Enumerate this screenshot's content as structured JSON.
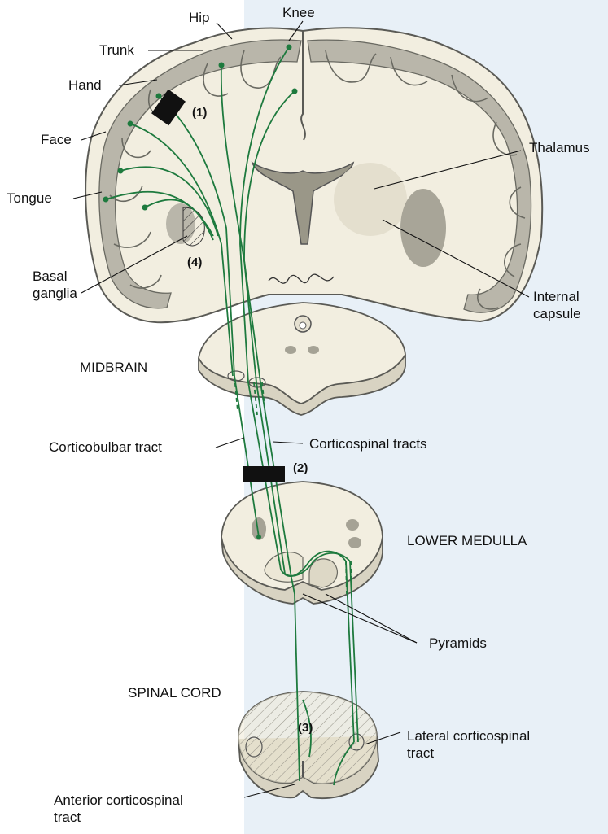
{
  "labels": {
    "hip": "Hip",
    "knee": "Knee",
    "trunk": "Trunk",
    "hand": "Hand",
    "face": "Face",
    "tongue": "Tongue",
    "thalamus": "Thalamus",
    "basal_ganglia_1": "Basal",
    "basal_ganglia_2": "ganglia",
    "internal_capsule_1": "Internal",
    "internal_capsule_2": "capsule",
    "midbrain": "MIDBRAIN",
    "corticobulbar": "Corticobulbar tract",
    "corticospinal": "Corticospinal tracts",
    "lower_medulla": "LOWER MEDULLA",
    "pyramids": "Pyramids",
    "spinal_cord": "SPINAL CORD",
    "lateral_cs_1": "Lateral corticospinal",
    "lateral_cs_2": "tract",
    "anterior_cs_1": "Anterior corticospinal",
    "anterior_cs_2": "tract"
  },
  "lesion_markers": {
    "m1": "(1)",
    "m2": "(2)",
    "m3": "(3)",
    "m4": "(4)"
  },
  "colors": {
    "tract_green": "#1e7a3e",
    "tissue": "#f2eee0",
    "gray_matter": "#b9b6aa",
    "outline": "#5a5a55",
    "lesion": "#111111"
  }
}
